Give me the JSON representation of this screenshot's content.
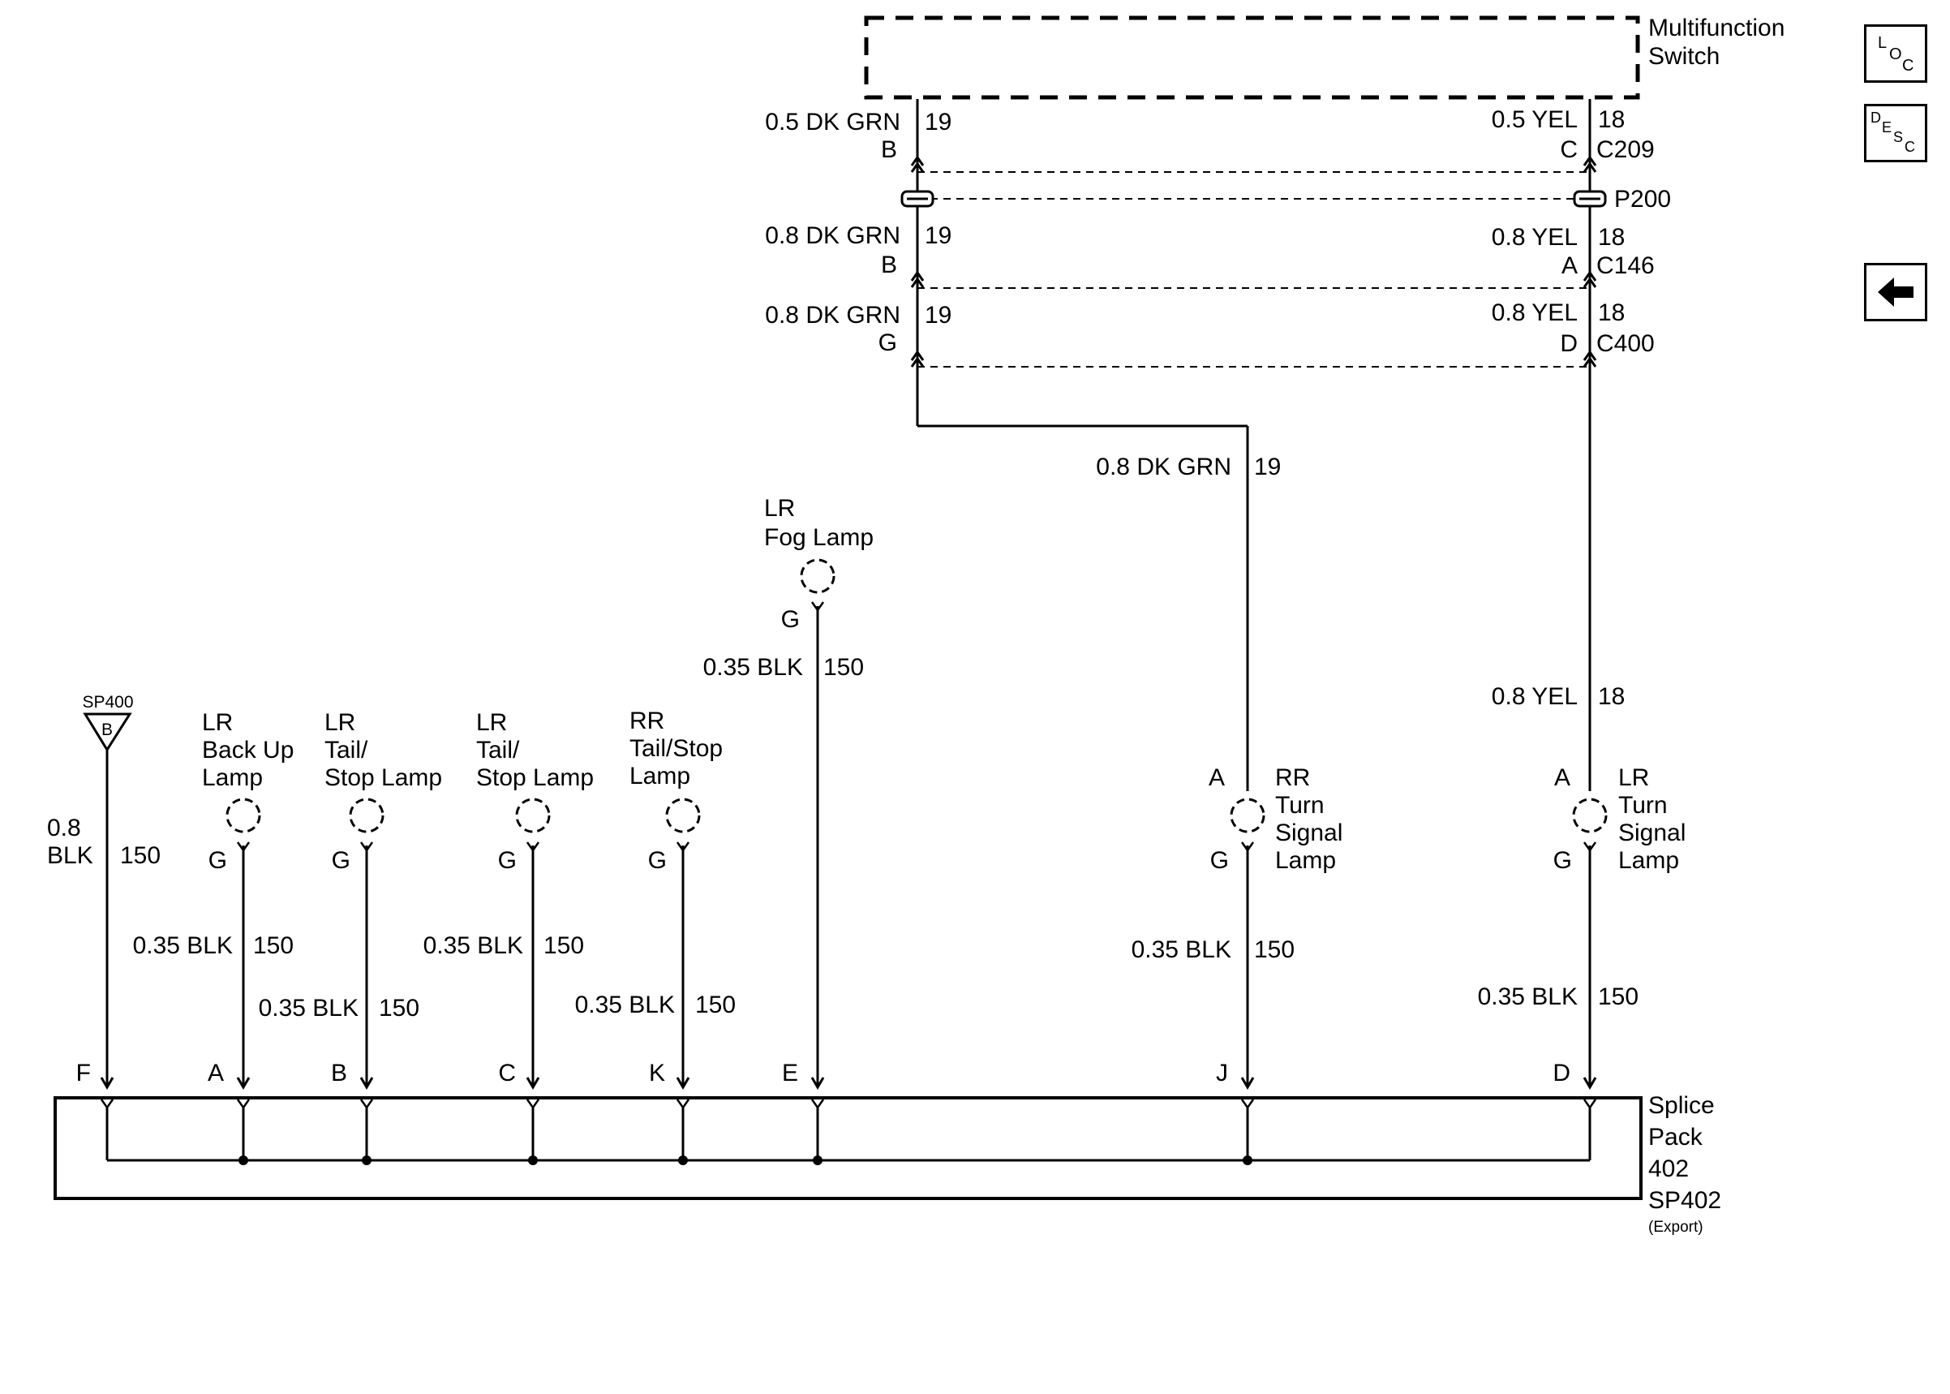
{
  "components": {
    "multifunction_switch": [
      "Multifunction",
      "Switch"
    ],
    "splice_pack": [
      "Splice",
      "Pack",
      "402",
      "SP402"
    ],
    "splice_pack_note": "(Export)",
    "sp400_label": "SP400",
    "sp400_letter": "B",
    "lr_fog_lamp": [
      "LR",
      "Fog Lamp"
    ],
    "lr_back_up_lamp": [
      "LR",
      "Back Up",
      "Lamp"
    ],
    "lr_tail_stop_lamp_1": [
      "LR",
      "Tail/",
      "Stop Lamp"
    ],
    "lr_tail_stop_lamp_2": [
      "LR",
      "Tail/",
      "Stop Lamp"
    ],
    "rr_tail_stop_lamp": [
      "RR",
      "Tail/Stop",
      "Lamp"
    ],
    "rr_turn_signal_lamp": [
      "RR",
      "Turn",
      "Signal",
      "Lamp"
    ],
    "lr_turn_signal_lamp": [
      "LR",
      "Turn",
      "Signal",
      "Lamp"
    ]
  },
  "connectors": {
    "c209": "C209",
    "p200": "P200",
    "c146": "C146",
    "c400": "C400"
  },
  "pins": {
    "left_c209": "B",
    "right_c209": "C",
    "left_c146": "B",
    "right_c146": "A",
    "left_c400": "G",
    "right_c400": "D",
    "fog_g": "G",
    "rr_turn_a": "A",
    "rr_turn_g": "G",
    "lr_turn_a": "A",
    "lr_turn_g": "G",
    "backup_g": "G",
    "tail1_g": "G",
    "tail2_g": "G",
    "rrtail_g": "G",
    "sp_F": "F",
    "sp_A": "A",
    "sp_B": "B",
    "sp_C": "C",
    "sp_K": "K",
    "sp_E": "E",
    "sp_J": "J",
    "sp_D": "D"
  },
  "wires": {
    "dkgrn_05": {
      "label": "0.5 DK GRN",
      "circuit": "19"
    },
    "yel_05": {
      "label": "0.5 YEL",
      "circuit": "18"
    },
    "dkgrn_08_a": {
      "label": "0.8 DK GRN",
      "circuit": "19"
    },
    "yel_08_a": {
      "label": "0.8 YEL",
      "circuit": "18"
    },
    "dkgrn_08_b": {
      "label": "0.8 DK GRN",
      "circuit": "19"
    },
    "yel_08_b": {
      "label": "0.8 YEL",
      "circuit": "18"
    },
    "dkgrn_08_c": {
      "label": "0.8 DK GRN",
      "circuit": "19"
    },
    "yel_08_c": {
      "label": "0.8 YEL",
      "circuit": "18"
    },
    "fog_blk": {
      "label": "0.35 BLK",
      "circuit": "150"
    },
    "sp400_blk": {
      "label": [
        "0.8",
        "BLK"
      ],
      "circuit": "150"
    },
    "backup_blk": {
      "label": "0.35 BLK",
      "circuit": "150"
    },
    "tail1_blk": {
      "label": "0.35 BLK",
      "circuit": "150"
    },
    "tail2_blk": {
      "label": "0.35 BLK",
      "circuit": "150"
    },
    "rrtail_blk": {
      "label": "0.35 BLK",
      "circuit": "150"
    },
    "rrturn_blk": {
      "label": "0.35 BLK",
      "circuit": "150"
    },
    "lrturn_blk": {
      "label": "0.35 BLK",
      "circuit": "150"
    }
  },
  "nav": {
    "loc": {
      "a": "L",
      "b": "O",
      "c": "C"
    },
    "desc": {
      "a": "D",
      "b": "E",
      "c": "S",
      "d": "C"
    },
    "back_icon": "arrow-left-icon"
  }
}
